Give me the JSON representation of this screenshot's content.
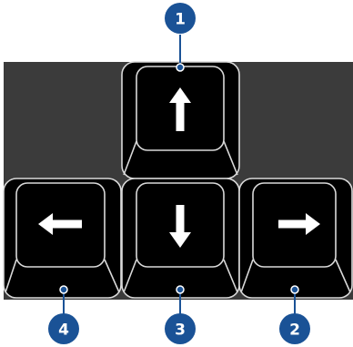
{
  "colors": {
    "panel": "#3b3b3b",
    "key_fill": "#000000",
    "key_outline": "#d9d9d9",
    "arrow": "#ffffff",
    "callout": "#1a5296",
    "callout_text": "#ffffff"
  },
  "keys": [
    {
      "name": "up-arrow-key",
      "icon": "arrow-up-icon"
    },
    {
      "name": "left-arrow-key",
      "icon": "arrow-left-icon"
    },
    {
      "name": "down-arrow-key",
      "icon": "arrow-down-icon"
    },
    {
      "name": "right-arrow-key",
      "icon": "arrow-right-icon"
    }
  ],
  "callouts": [
    {
      "number": "1",
      "key": "up-arrow-key"
    },
    {
      "number": "2",
      "key": "right-arrow-key"
    },
    {
      "number": "3",
      "key": "down-arrow-key"
    },
    {
      "number": "4",
      "key": "left-arrow-key"
    }
  ]
}
